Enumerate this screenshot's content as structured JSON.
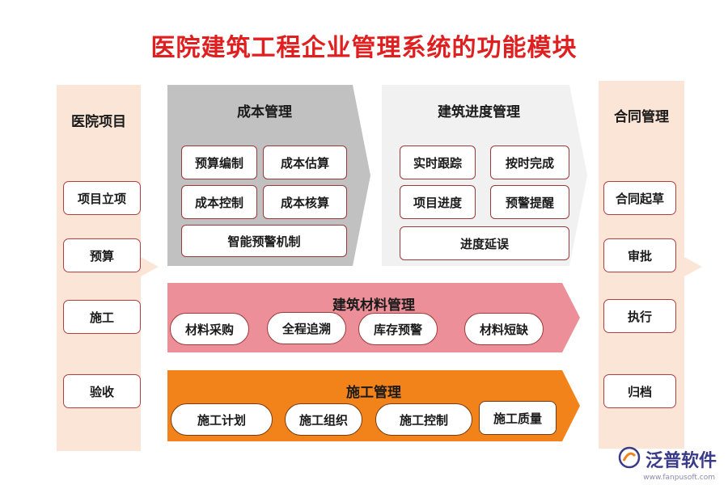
{
  "title": "医院建筑工程企业管理系统的功能模块",
  "left": {
    "title": "医院项目",
    "items": [
      "项目立项",
      "预算",
      "施工",
      "验收"
    ]
  },
  "right": {
    "title": "合同管理",
    "items": [
      "合同起草",
      "审批",
      "执行",
      "归档"
    ]
  },
  "cost": {
    "title": "成本管理",
    "items": [
      "预算编制",
      "成本估算",
      "成本控制",
      "成本核算",
      "智能预警机制"
    ]
  },
  "progress": {
    "title": "建筑进度管理",
    "items": [
      "实时跟踪",
      "按时完成",
      "项目进度",
      "预警提醒",
      "进度延误"
    ]
  },
  "material": {
    "title": "建筑材料管理",
    "items": [
      "材料采购",
      "全程追溯",
      "库存预警",
      "材料短缺"
    ]
  },
  "construction": {
    "title": "施工管理",
    "items": [
      "施工计划",
      "施工组织",
      "施工控制",
      "施工质量"
    ]
  },
  "brand": {
    "name": "泛普软件",
    "url": "www.fanpusoft.com",
    "icon": "fanpu-logo-icon"
  },
  "colors": {
    "title": "#e02020",
    "side": "#fbe5d6",
    "cost": "#c1c1c1",
    "progress": "#f1f1f1",
    "material": "#ec8f98",
    "construction": "#f2831a"
  }
}
